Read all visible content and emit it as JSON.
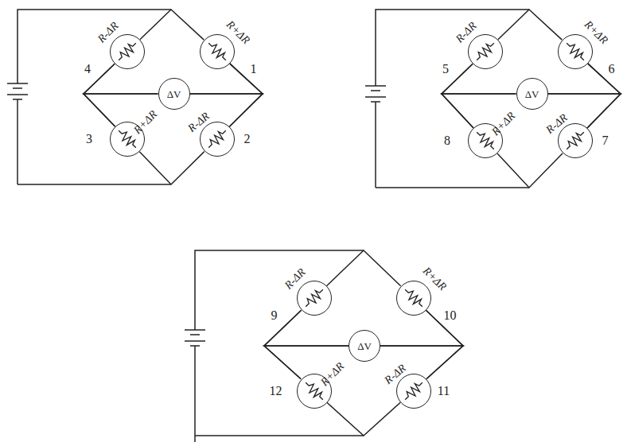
{
  "diagram": {
    "nodes": [
      {
        "text": [
          "R-ΔR"
        ]
      },
      {
        "text": [
          "R+ΔR"
        ]
      },
      {
        "text": [
          "ΔV"
        ]
      },
      {
        "text": [
          "R+ΔR"
        ]
      },
      {
        "text": [
          "R-ΔR"
        ]
      },
      {
        "text": [
          "R-ΔR"
        ]
      },
      {
        "text": [
          "R+ΔR"
        ]
      },
      {
        "text": [
          "ΔV"
        ]
      },
      {
        "text": [
          "R+ΔR"
        ]
      },
      {
        "text": [
          "R-ΔR"
        ]
      },
      {
        "text": [
          "R-ΔR"
        ]
      },
      {
        "text": [
          "R+ΔR"
        ]
      },
      {
        "text": [
          "ΔV"
        ]
      },
      {
        "text": [
          "R+ΔR"
        ]
      },
      {
        "text": [
          "R-ΔR"
        ]
      }
    ],
    "edges": [
      {
        "from": 0,
        "to": 1,
        "arrow": "none"
      },
      {
        "from": 0,
        "to": 3,
        "arrow": "none"
      },
      {
        "from": 1,
        "to": 4,
        "arrow": "none"
      },
      {
        "from": 3,
        "to": 4,
        "arrow": "none"
      },
      {
        "from": 2,
        "to": 0,
        "arrow": "none"
      },
      {
        "from": 2,
        "to": 3,
        "arrow": "none"
      },
      {
        "from": 2,
        "to": 1,
        "arrow": "none"
      },
      {
        "from": 2,
        "to": 4,
        "arrow": "none"
      },
      {
        "from": 5,
        "to": 6,
        "arrow": "none"
      },
      {
        "from": 5,
        "to": 8,
        "arrow": "none"
      },
      {
        "from": 6,
        "to": 9,
        "arrow": "none"
      },
      {
        "from": 8,
        "to": 9,
        "arrow": "none"
      },
      {
        "from": 7,
        "to": 5,
        "arrow": "none"
      },
      {
        "from": 7,
        "to": 8,
        "arrow": "none"
      },
      {
        "from": 7,
        "to": 6,
        "arrow": "none"
      },
      {
        "from": 7,
        "to": 9,
        "arrow": "none"
      },
      {
        "from": 10,
        "to": 11,
        "arrow": "none"
      },
      {
        "from": 10,
        "to": 13,
        "arrow": "none"
      },
      {
        "from": 11,
        "to": 14,
        "arrow": "none"
      },
      {
        "from": 13,
        "to": 14,
        "arrow": "none"
      },
      {
        "from": 12,
        "to": 10,
        "arrow": "none"
      },
      {
        "from": 12,
        "to": 13,
        "arrow": "none"
      },
      {
        "from": 12,
        "to": 11,
        "arrow": "none"
      },
      {
        "from": 12,
        "to": 14,
        "arrow": "none"
      }
    ],
    "labels": [
      "4",
      "1",
      "3",
      "2",
      "5",
      "6",
      "8",
      "7",
      "9",
      "10",
      "12",
      "11"
    ]
  }
}
